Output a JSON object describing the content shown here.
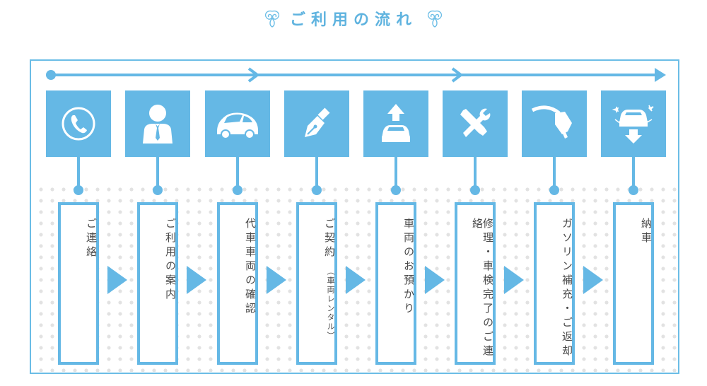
{
  "title": "ご利用の流れ",
  "colors": {
    "accent": "#65b8e5",
    "text": "#4a4a4a",
    "dots": "#e2e2e2"
  },
  "steps": [
    {
      "icon": "phone-icon",
      "label": "ご連絡",
      "sub": ""
    },
    {
      "icon": "person-icon",
      "label": "ご利用の案内",
      "sub": ""
    },
    {
      "icon": "car-icon",
      "label": "代車車両の確認",
      "sub": ""
    },
    {
      "icon": "pen-icon",
      "label": "ご契約",
      "sub": "（車両レンタル）"
    },
    {
      "icon": "car-upload-icon",
      "label": "車両のお預かり",
      "sub": ""
    },
    {
      "icon": "tools-icon",
      "label": "修理・車検完了のご連絡",
      "sub": ""
    },
    {
      "icon": "fuel-nozzle-icon",
      "label": "ガソリン補充・ご返却",
      "sub": ""
    },
    {
      "icon": "car-delivery-icon",
      "label": "納車",
      "sub": ""
    }
  ]
}
